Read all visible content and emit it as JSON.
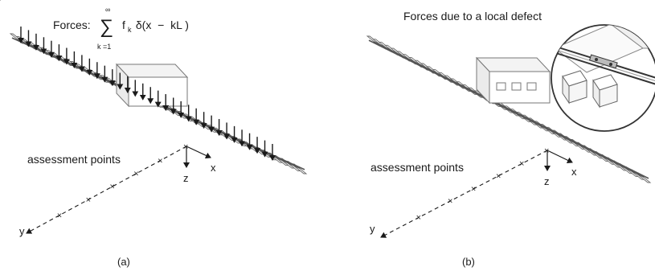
{
  "panel_a": {
    "forces_label": "Forces:",
    "sum_upper": "∞",
    "sum_lower": "k =1",
    "summand": "f",
    "summand_sub": "k",
    "summand_rest": " δ(x  −  kL )",
    "assessment_label": "assessment points",
    "axis_x": "x",
    "axis_y": "y",
    "axis_z": "z",
    "caption": "(a)"
  },
  "panel_b": {
    "title": "Forces due to a local defect",
    "assessment_label": "assessment points",
    "axis_x": "x",
    "axis_y": "y",
    "axis_z": "z",
    "caption": "(b)"
  },
  "colors": {
    "ink": "#1a1a1a",
    "rail": "#555555",
    "sleeper_fill": "#ffffff",
    "sleeper_stroke": "#6a6a6a"
  }
}
